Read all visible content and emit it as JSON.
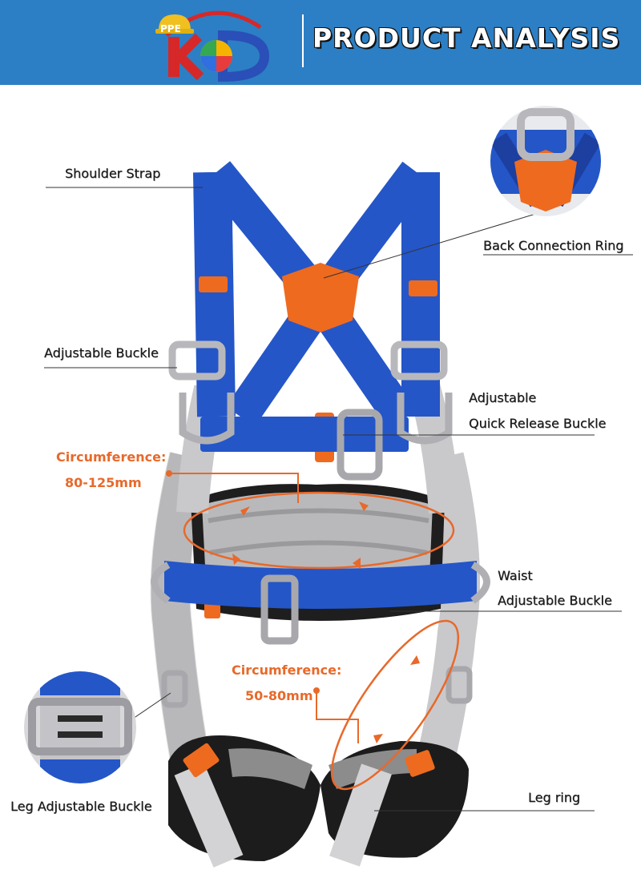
{
  "header": {
    "title": "PRODUCT ANALYSIS",
    "background_color": "#2c7fc4",
    "logo": {
      "badge_text": "PPE",
      "icon": "kd-logo-icon"
    }
  },
  "labels": {
    "shoulder_strap": "Shoulder Strap",
    "back_connection_ring": "Back Connection Ring",
    "adjustable_buckle": "Adjustable Buckle",
    "quick_release_line1": "Adjustable",
    "quick_release_line2": "Quick Release Buckle",
    "circumference_waist_label": "Circumference:",
    "circumference_waist_value": "80-125mm",
    "waist_line1": "Waist",
    "waist_line2": "Adjustable Buckle",
    "circumference_leg_label": "Circumference:",
    "circumference_leg_value": "50-80mm",
    "leg_adjustable_buckle": "Leg Adjustable Buckle",
    "leg_ring": "Leg ring"
  },
  "colors": {
    "strap_blue": "#2456c8",
    "strap_grey": "#c9c9cc",
    "accent_orange": "#ee6a1f",
    "annotation_orange": "#e8692a",
    "pad_black": "#1c1c1c"
  }
}
